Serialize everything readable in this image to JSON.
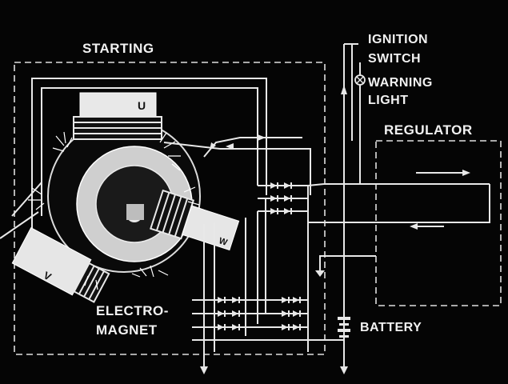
{
  "labels": {
    "starting": "STARTING",
    "ignition_line1": "IGNITION",
    "ignition_line2": "SWITCH",
    "warning_line1": "WARNING",
    "warning_line2": "LIGHT",
    "regulator": "REGULATOR",
    "electro_line1": "ELECTRO-",
    "electro_line2": "MAGNET",
    "battery": "BATTERY"
  },
  "stator_poles": {
    "top": "U",
    "left": "V",
    "right": "W"
  },
  "colors": {
    "background": "#050505",
    "line": "#e8e8e8"
  },
  "icons": [
    "lamp-icon",
    "battery-icon",
    "diode-icon",
    "arrow-icon",
    "ground-arrow-icon",
    "spark-icon"
  ]
}
